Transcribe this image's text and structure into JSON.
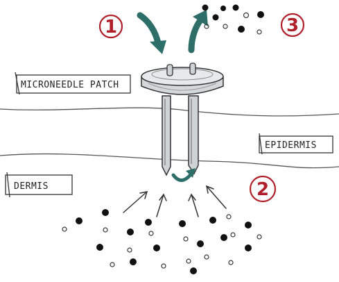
{
  "labels": {
    "patch": "MICRONEEDLE PATCH",
    "epidermis": "EPIDERMIS",
    "dermis": "DERMIS"
  },
  "steps": [
    "1",
    "2",
    "3"
  ],
  "colors": {
    "step_number": "#b0202a",
    "arrow_teal": "#2e6e68",
    "ink": "#222222",
    "particle": "#111111"
  }
}
